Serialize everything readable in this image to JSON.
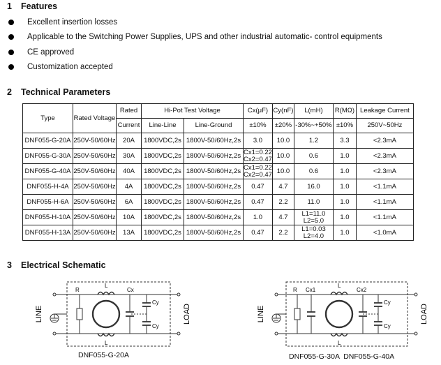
{
  "features": {
    "number": "1",
    "title": "Features",
    "items": [
      "Excellent insertion losses",
      "Applicable to the Switching Power Supplies, UPS and other industrial automatic- control equipments",
      "CE approved",
      "Customization accepted"
    ]
  },
  "technical": {
    "number": "2",
    "title": "Technical Parameters",
    "headers": {
      "type": "Type",
      "rated_voltage": "Rated Voltage",
      "rated_current_1": "Rated",
      "rated_current_2": "Current",
      "hipot": "Hi-Pot Test Voltage",
      "line_line": "Line-Line",
      "line_ground": "Line-Ground",
      "cx": "Cx(μF)",
      "cx_tol": "±10%",
      "cy": "Cy(nF)",
      "cy_tol": "±20%",
      "l": "L(mH)",
      "l_tol": "-30%~+50%",
      "r": "R(MΩ)",
      "r_tol": "±10%",
      "leak": "Leakage Current",
      "leak_sub": "250V~50Hz"
    },
    "rows": [
      {
        "type": "DNF055-G-20A",
        "voltage": "250V-50/60Hz",
        "current": "20A",
        "ll": "1800VDC,2s",
        "lg": "1800V-50/60Hz,2s",
        "cx": [
          "3.0"
        ],
        "cy": "10.0",
        "l": [
          "1.2"
        ],
        "r": "3.3",
        "leak": "<2.3mA"
      },
      {
        "type": "DNF055-G-30A",
        "voltage": "250V-50/60Hz",
        "current": "30A",
        "ll": "1800VDC,2s",
        "lg": "1800V-50/60Hz,2s",
        "cx": [
          "Cx1=0.22",
          "Cx2=0.47"
        ],
        "cy": "10.0",
        "l": [
          "0.6"
        ],
        "r": "1.0",
        "leak": "<2.3mA"
      },
      {
        "type": "DNF055-G-40A",
        "voltage": "250V-50/60Hz",
        "current": "40A",
        "ll": "1800VDC,2s",
        "lg": "1800V-50/60Hz,2s",
        "cx": [
          "Cx1=0.22",
          "Cx2=0.47"
        ],
        "cy": "10.0",
        "l": [
          "0.6"
        ],
        "r": "1.0",
        "leak": "<2.3mA"
      },
      {
        "type": "DNF055-H-4A",
        "voltage": "250V-50/60Hz",
        "current": "4A",
        "ll": "1800VDC,2s",
        "lg": "1800V-50/60Hz,2s",
        "cx": [
          "0.47"
        ],
        "cy": "4.7",
        "l": [
          "16.0"
        ],
        "r": "1.0",
        "leak": "<1.1mA"
      },
      {
        "type": "DNF055-H-6A",
        "voltage": "250V-50/60Hz",
        "current": "6A",
        "ll": "1800VDC,2s",
        "lg": "1800V-50/60Hz,2s",
        "cx": [
          "0.47"
        ],
        "cy": "2.2",
        "l": [
          "11.0"
        ],
        "r": "1.0",
        "leak": "<1.1mA"
      },
      {
        "type": "DNF055-H-10A",
        "voltage": "250V-50/60Hz",
        "current": "10A",
        "ll": "1800VDC,2s",
        "lg": "1800V-50/60Hz,2s",
        "cx": [
          "1.0"
        ],
        "cy": "4.7",
        "l": [
          "L1=11.0",
          "L2=5.0"
        ],
        "r": "1.0",
        "leak": "<1.1mA"
      },
      {
        "type": "DNF055-H-13A",
        "voltage": "250V-50/60Hz",
        "current": "13A",
        "ll": "1800VDC,2s",
        "lg": "1800V-50/60Hz,2s",
        "cx": [
          "0.47"
        ],
        "cy": "2.2",
        "l": [
          "L1=0.03",
          "L2=4.0"
        ],
        "r": "1.0",
        "leak": "<1.0mA"
      }
    ]
  },
  "schematic": {
    "number": "3",
    "title": "Electrical Schematic",
    "left": {
      "line": "LINE",
      "load": "LOAD",
      "r": "R",
      "l_top": "L",
      "l_bottom": "L",
      "cx": "Cx",
      "cy_top": "Cy",
      "cy_bottom": "Cy",
      "caption": "DNF055-G-20A"
    },
    "right": {
      "line": "LINE",
      "load": "LOAD",
      "r": "R",
      "cx1": "Cx1",
      "l_top": "L",
      "l_bottom": "L",
      "cx2": "Cx2",
      "cy_top": "Cy",
      "cy_bottom": "Cy",
      "caption": "DNF055-G-30A  DNF055-G-40A"
    }
  }
}
